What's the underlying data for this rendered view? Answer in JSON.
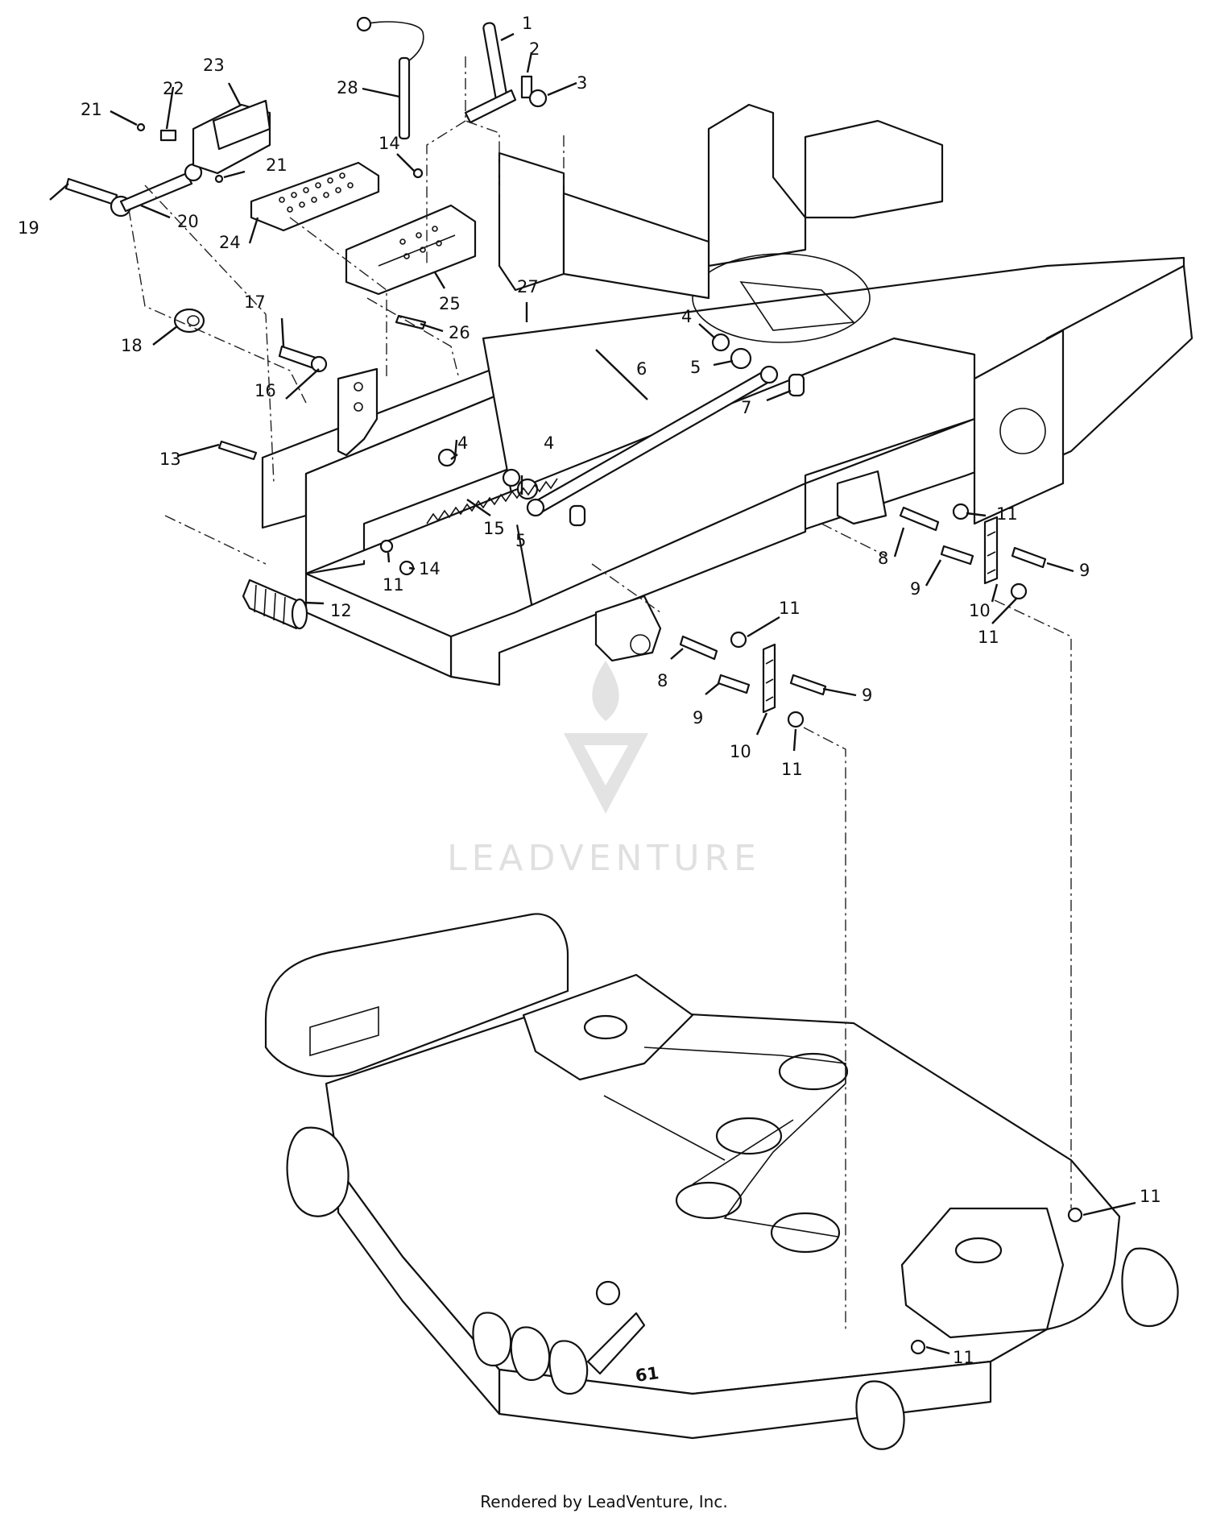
{
  "watermark": {
    "brand": "LEADVENTURE"
  },
  "footer": {
    "text": "Rendered by LeadVenture, Inc."
  },
  "deck_decal": "61",
  "callouts": [
    {
      "id": "c1",
      "text": "1"
    },
    {
      "id": "c2",
      "text": "2"
    },
    {
      "id": "c3",
      "text": "3"
    },
    {
      "id": "c4a",
      "text": "4"
    },
    {
      "id": "c5a",
      "text": "5"
    },
    {
      "id": "c6",
      "text": "6"
    },
    {
      "id": "c7",
      "text": "7"
    },
    {
      "id": "c4b",
      "text": "4"
    },
    {
      "id": "c4c",
      "text": "4"
    },
    {
      "id": "c5b",
      "text": "5"
    },
    {
      "id": "c8a",
      "text": "8"
    },
    {
      "id": "c9a",
      "text": "9"
    },
    {
      "id": "c9b",
      "text": "9"
    },
    {
      "id": "c10a",
      "text": "10"
    },
    {
      "id": "c11a",
      "text": "11"
    },
    {
      "id": "c11b",
      "text": "11"
    },
    {
      "id": "c11c",
      "text": "11"
    },
    {
      "id": "c8b",
      "text": "8"
    },
    {
      "id": "c9c",
      "text": "9"
    },
    {
      "id": "c9d",
      "text": "9"
    },
    {
      "id": "c10b",
      "text": "10"
    },
    {
      "id": "c11d",
      "text": "11"
    },
    {
      "id": "c11e",
      "text": "11"
    },
    {
      "id": "c11f",
      "text": "11"
    },
    {
      "id": "c11g",
      "text": "11"
    },
    {
      "id": "c12",
      "text": "12"
    },
    {
      "id": "c13",
      "text": "13"
    },
    {
      "id": "c14a",
      "text": "14"
    },
    {
      "id": "c14b",
      "text": "14"
    },
    {
      "id": "c15",
      "text": "15"
    },
    {
      "id": "c16",
      "text": "16"
    },
    {
      "id": "c17",
      "text": "17"
    },
    {
      "id": "c18",
      "text": "18"
    },
    {
      "id": "c19",
      "text": "19"
    },
    {
      "id": "c20",
      "text": "20"
    },
    {
      "id": "c21a",
      "text": "21"
    },
    {
      "id": "c21b",
      "text": "21"
    },
    {
      "id": "c22",
      "text": "22"
    },
    {
      "id": "c23",
      "text": "23"
    },
    {
      "id": "c24",
      "text": "24"
    },
    {
      "id": "c25",
      "text": "25"
    },
    {
      "id": "c26",
      "text": "26"
    },
    {
      "id": "c27",
      "text": "27"
    },
    {
      "id": "c28",
      "text": "28"
    }
  ]
}
